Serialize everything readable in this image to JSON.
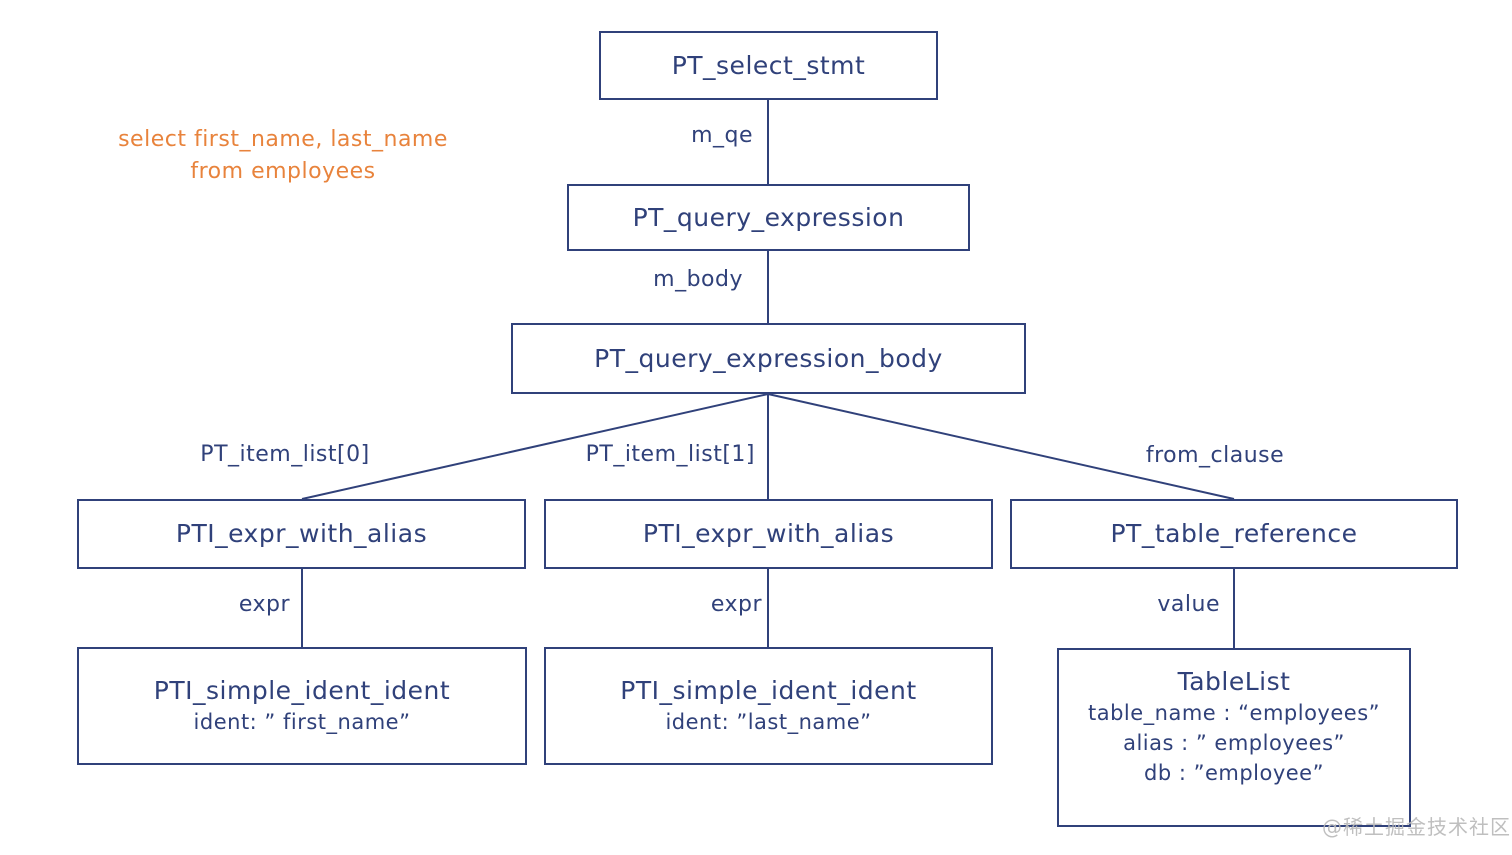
{
  "colors": {
    "navy": "#30417a",
    "orange": "#e8833c",
    "watermark": "#b9b9b9",
    "background": "#ffffff"
  },
  "annotation": {
    "line1": "select first_name, last_name",
    "line2": "from employees"
  },
  "nodes": {
    "select_stmt": {
      "label": "PT_select_stmt"
    },
    "query_expression": {
      "label": "PT_query_expression"
    },
    "query_expression_body": {
      "label": "PT_query_expression_body"
    },
    "expr_with_alias_0": {
      "label": "PTI_expr_with_alias"
    },
    "expr_with_alias_1": {
      "label": "PTI_expr_with_alias"
    },
    "table_reference": {
      "label": "PT_table_reference"
    },
    "simple_ident_0": {
      "label": "PTI_simple_ident_ident",
      "detail": "ident: ” first_name”"
    },
    "simple_ident_1": {
      "label": "PTI_simple_ident_ident",
      "detail": "ident: ”last_name”"
    },
    "table_list": {
      "label": "TableList",
      "rows": [
        "table_name : “employees”",
        "alias : ” employees”",
        "db : ”employee”"
      ]
    }
  },
  "edges": {
    "m_qe": "m_qe",
    "m_body": "m_body",
    "item_list_0": "PT_item_list[0]",
    "item_list_1": "PT_item_list[1]",
    "from_clause": "from_clause",
    "expr_0": "expr",
    "expr_1": "expr",
    "value": "value"
  },
  "watermark": "@稀土掘金技术社区"
}
